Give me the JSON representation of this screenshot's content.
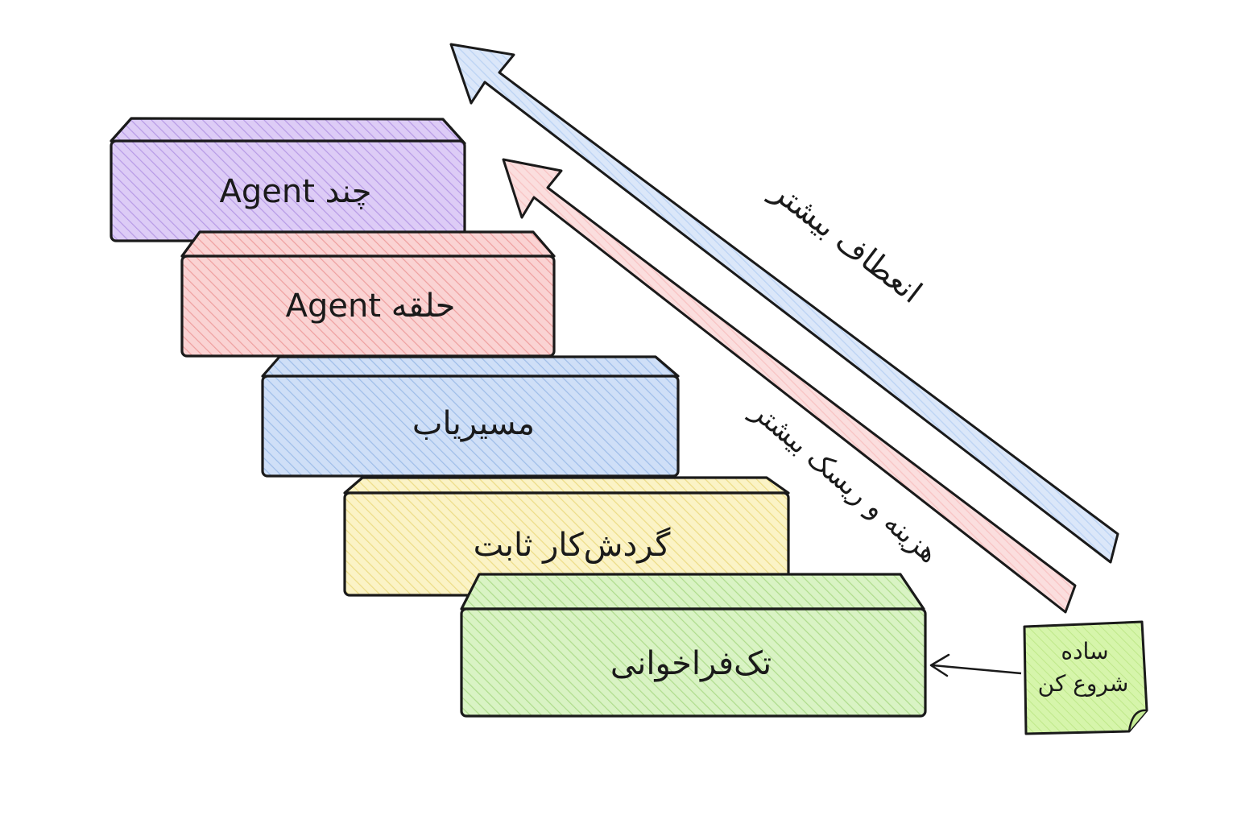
{
  "steps": [
    {
      "label": "چند Agent",
      "fill": "#ddccf6",
      "hatch": "#b79ae6"
    },
    {
      "label": "حلقه Agent",
      "fill": "#fad3d3",
      "hatch": "#ee9f9f"
    },
    {
      "label": "مسیریاب",
      "fill": "#cfdff7",
      "hatch": "#9ebde8"
    },
    {
      "label": "گردش‌کار ثابت",
      "fill": "#fbf3c6",
      "hatch": "#ecdc86"
    },
    {
      "label": "تک‌فراخوانی",
      "fill": "#d9f3c4",
      "hatch": "#aedc8c"
    }
  ],
  "arrows": {
    "flexibility": {
      "label": "انعطاف بیشتر",
      "color": "#bcd3f4"
    },
    "cost_risk": {
      "label": "هزینه و ریسک بیشتر",
      "color": "#f8c4c4"
    }
  },
  "note": {
    "line1": "ساده",
    "line2": "شروع کن",
    "color": "#d6f5ab"
  }
}
